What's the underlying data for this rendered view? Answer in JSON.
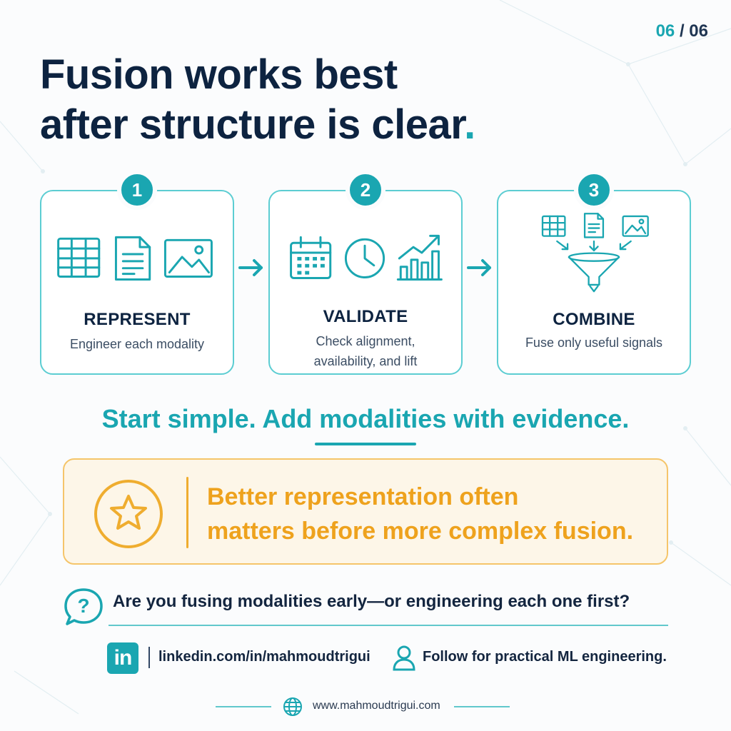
{
  "page": {
    "current": "06",
    "separator": "/",
    "total": "06"
  },
  "title": {
    "line1": "Fusion works best",
    "line2": "after structure is clear",
    "dot": "."
  },
  "steps": [
    {
      "number": "1",
      "label": "REPRESENT",
      "sub": [
        "Engineer each modality"
      ]
    },
    {
      "number": "2",
      "label": "VALIDATE",
      "sub": [
        "Check alignment,",
        "availability, and lift"
      ]
    },
    {
      "number": "3",
      "label": "COMBINE",
      "sub": [
        "Fuse only useful signals"
      ]
    }
  ],
  "headline": "Start simple. Add modalities with evidence.",
  "callout": {
    "line1": "Better representation often",
    "line2": "matters before more complex fusion."
  },
  "question": "Are you fusing modalities early—or engineering each one first?",
  "footer": {
    "linkedin_badge": "in",
    "linkedin_url": "linkedin.com/in/mahmoudtrigui",
    "follow": "Follow for practical ML engineering.",
    "website": "www.mahmoudtrigui.com"
  },
  "colors": {
    "teal": "#1aa6b1",
    "navy": "#0d2340",
    "amber": "#eea21d"
  }
}
